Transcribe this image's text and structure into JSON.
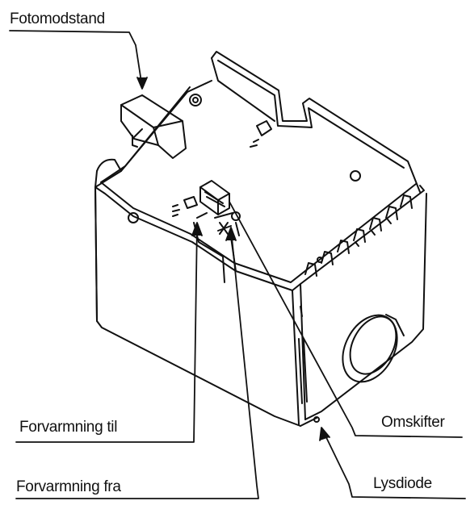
{
  "labels": {
    "fotomodstand": "Fotomodstand",
    "forvarmning_til": "Forvarmning til",
    "omskifter": "Omskifter",
    "forvarmning_fra": "Forvarmning fra",
    "lysdiode": "Lysdiode"
  },
  "colors": {
    "line": "#111111",
    "background": "#ffffff"
  }
}
